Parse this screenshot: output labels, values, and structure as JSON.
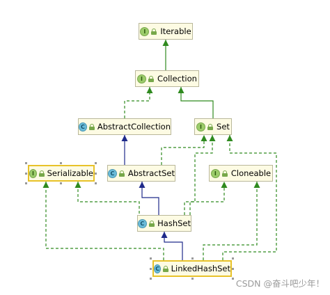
{
  "nodes": [
    {
      "id": "iterable",
      "kind": "I",
      "label": "Iterable",
      "selected": false
    },
    {
      "id": "collection",
      "kind": "I",
      "label": "Collection",
      "selected": false
    },
    {
      "id": "abstractcollection",
      "kind": "C",
      "label": "AbstractCollection",
      "selected": false
    },
    {
      "id": "set",
      "kind": "I",
      "label": "Set",
      "selected": false
    },
    {
      "id": "serializable",
      "kind": "I",
      "label": "Serializable",
      "selected": true
    },
    {
      "id": "abstractset",
      "kind": "C",
      "label": "AbstractSet",
      "selected": false
    },
    {
      "id": "cloneable",
      "kind": "I",
      "label": "Cloneable",
      "selected": false
    },
    {
      "id": "hashset",
      "kind": "C",
      "label": "HashSet",
      "selected": false
    },
    {
      "id": "linkedhashset",
      "kind": "C",
      "label": "LinkedHashSet",
      "selected": true
    }
  ],
  "edges": [
    {
      "from": "collection",
      "to": "iterable",
      "type": "extends"
    },
    {
      "from": "set",
      "to": "collection",
      "type": "extends"
    },
    {
      "from": "abstractcollection",
      "to": "collection",
      "type": "implements"
    },
    {
      "from": "abstractset",
      "to": "abstractcollection",
      "type": "class-extends"
    },
    {
      "from": "abstractset",
      "to": "set",
      "type": "implements"
    },
    {
      "from": "hashset",
      "to": "abstractset",
      "type": "class-extends"
    },
    {
      "from": "hashset",
      "to": "serializable",
      "type": "implements"
    },
    {
      "from": "hashset",
      "to": "set",
      "type": "implements"
    },
    {
      "from": "hashset",
      "to": "cloneable",
      "type": "implements"
    },
    {
      "from": "linkedhashset",
      "to": "hashset",
      "type": "class-extends"
    },
    {
      "from": "linkedhashset",
      "to": "serializable",
      "type": "implements"
    },
    {
      "from": "linkedhashset",
      "to": "set",
      "type": "implements"
    },
    {
      "from": "linkedhashset",
      "to": "cloneable",
      "type": "implements"
    }
  ],
  "colors": {
    "interface_edge": "#2f8a1f",
    "class_edge": "#1f2a8a",
    "node_fill": "#fdfbe3",
    "selected_border": "#e8c229"
  },
  "watermark": "CSDN @奋斗吧少年！"
}
